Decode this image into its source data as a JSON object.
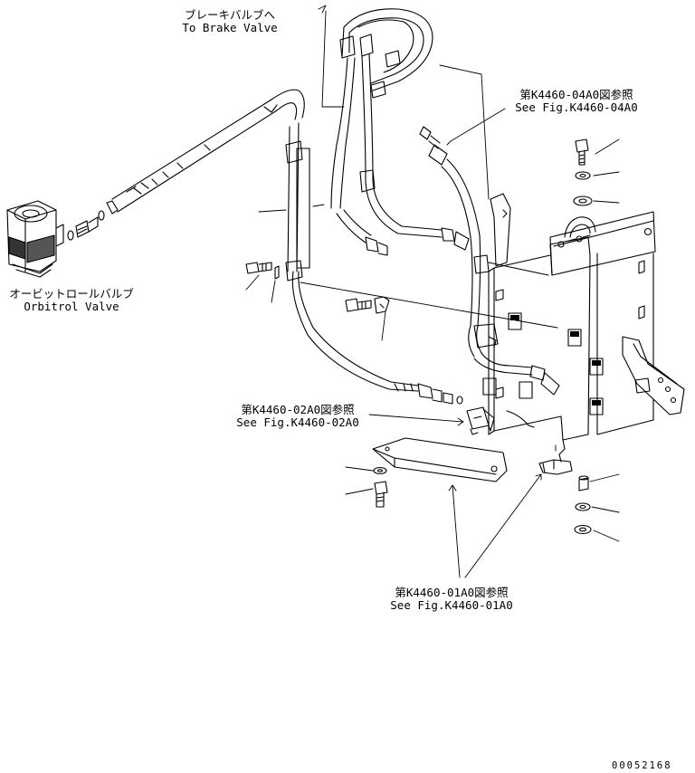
{
  "labels": {
    "brake_valve": {
      "ja": "ブレーキバルブへ",
      "en": "To Brake Valve"
    },
    "fig_04a0": {
      "ja": "第K4460-04A0図参照",
      "en": "See Fig.K4460-04A0"
    },
    "orbitrol_valve": {
      "ja": "オービットロールバルブ",
      "en": "Orbitrol Valve"
    },
    "fig_02a0": {
      "ja": "第K4460-02A0図参照",
      "en": "See Fig.K4460-02A0"
    },
    "fig_01a0": {
      "ja": "第K4460-01A0図参照",
      "en": "See Fig.K4460-01A0"
    }
  },
  "drawing_number": "00052168"
}
